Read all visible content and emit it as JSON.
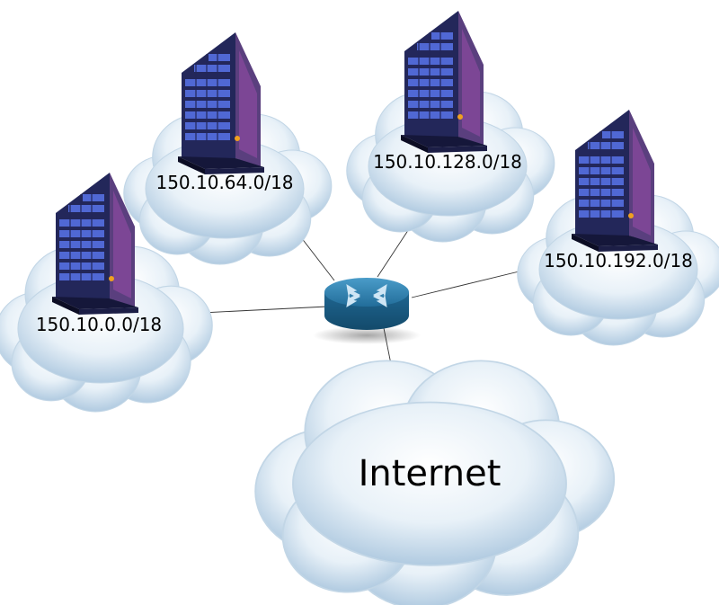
{
  "networks": [
    {
      "id": "net-0",
      "label": "150.10.0.0/18"
    },
    {
      "id": "net-64",
      "label": "150.10.64.0/18"
    },
    {
      "id": "net-128",
      "label": "150.10.128.0/18"
    },
    {
      "id": "net-192",
      "label": "150.10.192.0/18"
    }
  ],
  "internet": {
    "label": "Internet"
  },
  "colors": {
    "cloud_light": "#ffffff",
    "cloud_mid": "#dde9f3",
    "cloud_dark": "#b7cfe2",
    "router_top": "#2e7aa8",
    "router_side": "#1d5a80",
    "building_front": "#2b2f66",
    "building_window": "#4f63c8",
    "building_side": "#6a3d88",
    "link": "#333333"
  }
}
